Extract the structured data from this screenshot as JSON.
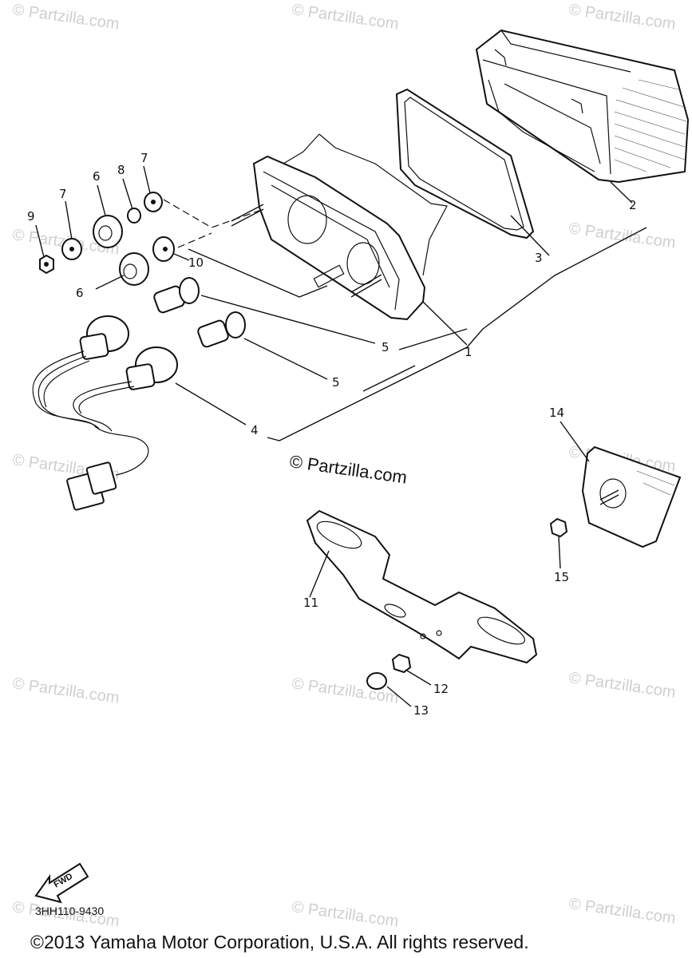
{
  "callouts": {
    "n1": "1",
    "n2": "2",
    "n3": "3",
    "n4": "4",
    "n5a": "5",
    "n5b": "5",
    "n6a": "6",
    "n6b": "6",
    "n7a": "7",
    "n7b": "7",
    "n8": "8",
    "n9": "9",
    "n10": "10",
    "n11": "11",
    "n12": "12",
    "n13": "13",
    "n14": "14",
    "n15": "15"
  },
  "watermark": {
    "repeat": "© Partzilla.com",
    "center": "© Partzilla.com"
  },
  "fwd_label": "FWD",
  "diagram_code": "3HH110-9430",
  "copyright": "©2013 Yamaha Motor Corporation, U.S.A. All rights reserved."
}
